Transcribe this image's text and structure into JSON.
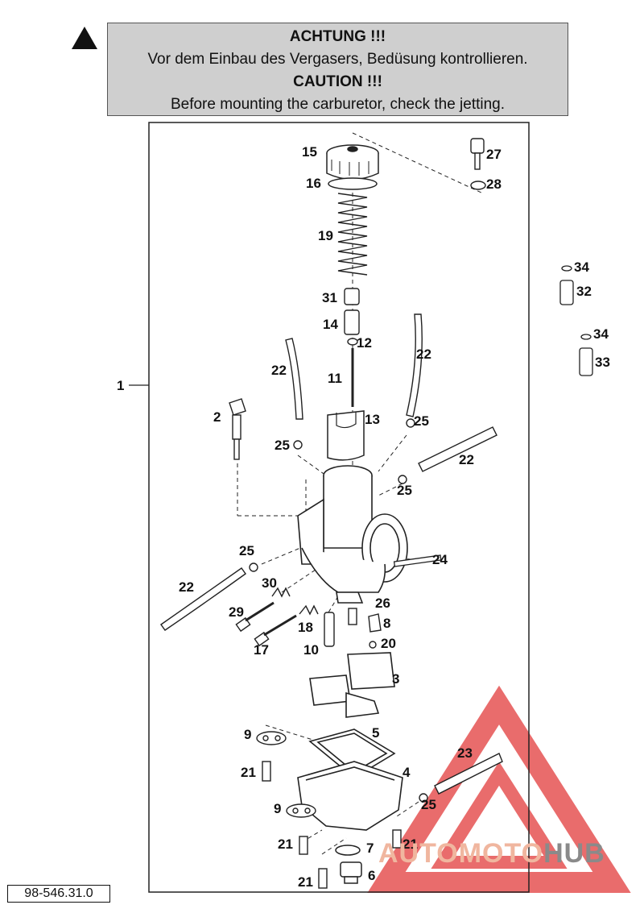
{
  "caution": {
    "line1": "ACHTUNG !!!",
    "line2": "Vor dem Einbau des Vergasers, Bedüsung kontrollieren.",
    "line3": "CAUTION !!!",
    "line4": "Before mounting the carburetor, check the jetting."
  },
  "labels": {
    "l1": "1",
    "l2": "2",
    "l3": "3",
    "l4": "4",
    "l5": "5",
    "l6": "6",
    "l7": "7",
    "l8": "8",
    "l9a": "9",
    "l9b": "9",
    "l10": "10",
    "l11": "11",
    "l12": "12",
    "l13": "13",
    "l14": "14",
    "l15": "15",
    "l16": "16",
    "l17": "17",
    "l18": "18",
    "l19": "19",
    "l20": "20",
    "l21a": "21",
    "l21b": "21",
    "l21c": "21",
    "l21d": "21",
    "l22a": "22",
    "l22b": "22",
    "l22c": "22",
    "l22d": "22",
    "l23": "23",
    "l24": "24",
    "l25a": "25",
    "l25b": "25",
    "l25c": "25",
    "l25d": "25",
    "l25e": "25",
    "l26": "26",
    "l27": "27",
    "l28": "28",
    "l29": "29",
    "l30": "30",
    "l31": "31",
    "l32": "32",
    "l33": "33",
    "l34a": "34",
    "l34b": "34"
  },
  "part_number": "98-546.31.0",
  "watermark": {
    "part1": "AUTOMOTO",
    "part2": "HUB"
  },
  "colors": {
    "caution_bg": "#cfcfcf",
    "watermark_red": "#e23b3b",
    "watermark_gray": "#8a8a8a"
  }
}
